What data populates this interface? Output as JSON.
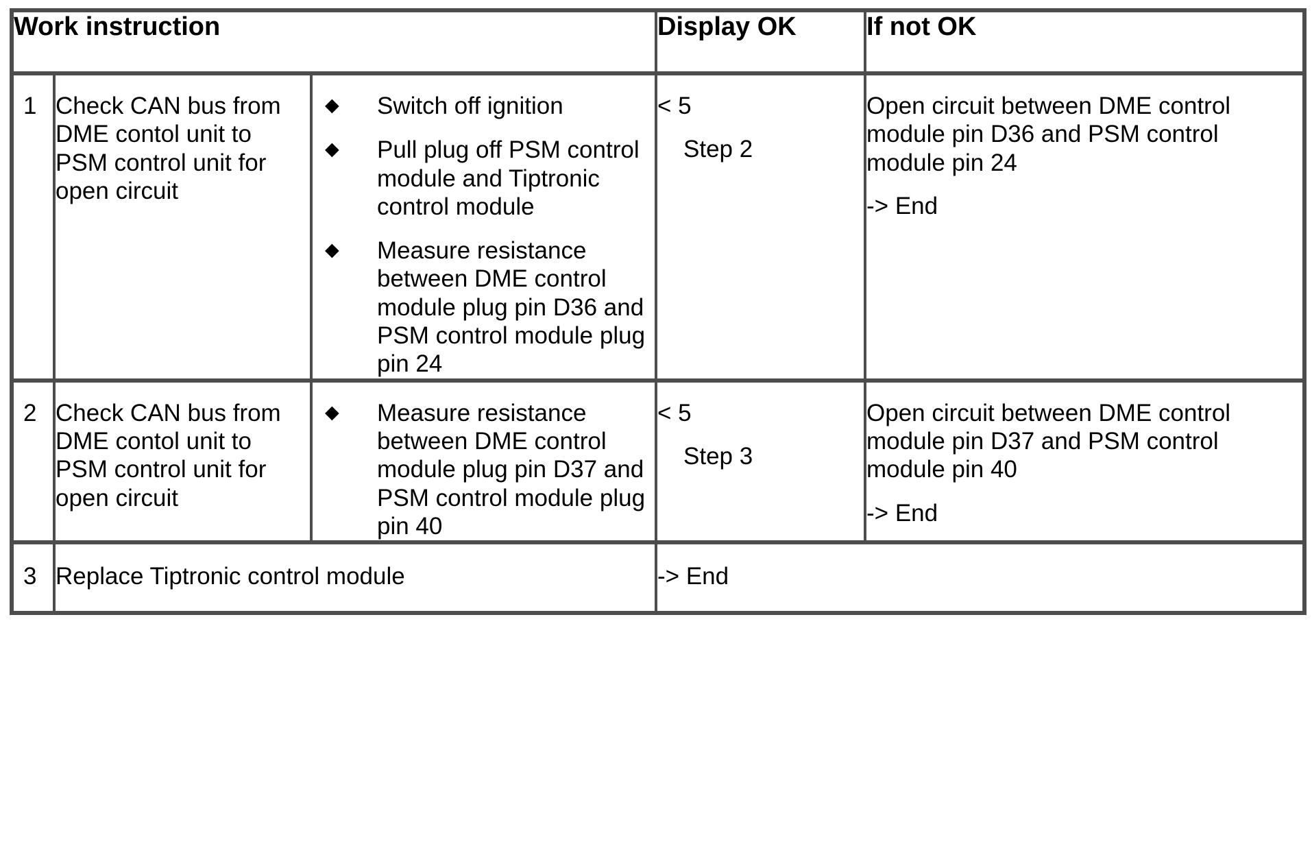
{
  "document": {
    "type": "work-instruction-table",
    "bullet_glyph": "◆",
    "arrow_text": "->",
    "border_color": "#4d4d4d",
    "background_color": "#ffffff",
    "text_color": "#000000"
  },
  "table": {
    "headers": {
      "work_instruction": "Work instruction",
      "display_ok": "Display OK",
      "if_not_ok": "If not OK"
    },
    "rows": [
      {
        "number": "1",
        "description": "Check CAN bus from DME contol unit to PSM control unit for open circuit",
        "bullets": [
          "Switch off ignition",
          "Pull plug off PSM control module and Tiptronic control module",
          "Measure resistance between DME control module plug pin D36 and PSM control module plug pin 24"
        ],
        "display_ok": {
          "value": "< 5",
          "next": "Step 2"
        },
        "if_not_ok": {
          "text": "Open circuit between DME control module pin D36 and PSM control module pin 24",
          "end": "-> End"
        }
      },
      {
        "number": "2",
        "description": "Check CAN bus from DME contol unit to PSM control unit for open circuit",
        "bullets": [
          "Measure resistance between DME control module plug pin D37 and PSM control module plug pin 40"
        ],
        "display_ok": {
          "value": "< 5",
          "next": "Step 3"
        },
        "if_not_ok": {
          "text": "Open circuit between DME control module pin D37 and PSM control module pin 40",
          "end": "-> End"
        }
      },
      {
        "number": "3",
        "description": "Replace Tiptronic control module",
        "bullets": [],
        "display_ok": {
          "value": "-> End",
          "next": ""
        },
        "if_not_ok": {
          "text": "",
          "end": ""
        }
      }
    ]
  }
}
